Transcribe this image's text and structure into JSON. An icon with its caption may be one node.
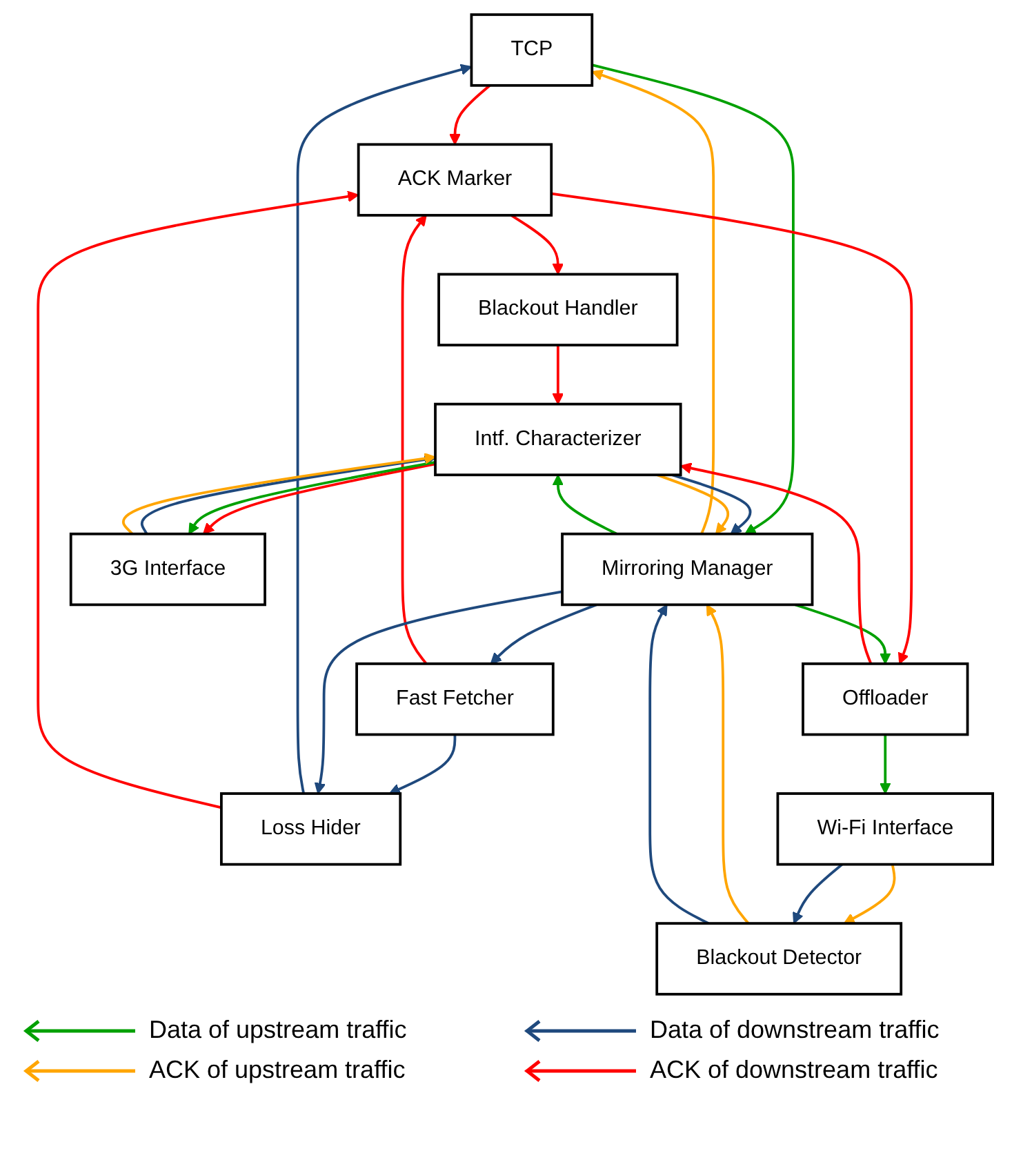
{
  "diagram": {
    "nodes": [
      {
        "text": [
          "TCP"
        ]
      },
      {
        "text": [
          "Loss Hider"
        ]
      },
      {
        "text": [
          "ACK Marker"
        ]
      },
      {
        "text": [
          "Blackout Handler"
        ]
      },
      {
        "text": [
          "Fast Fetcher"
        ]
      },
      {
        "text": [
          "Mirroring Manager"
        ]
      },
      {
        "text": [
          "Offloader"
        ]
      },
      {
        "text": [
          "Blackout Detector"
        ]
      },
      {
        "text": [
          "Intf. Characterizer"
        ]
      },
      {
        "text": [
          "Wi-Fi Interface"
        ]
      },
      {
        "text": [
          "3G Interface"
        ]
      }
    ],
    "edges": [
      {
        "from": 1,
        "to": 0,
        "arrow": "to",
        "color": "#1f497d"
      },
      {
        "from": 1,
        "to": 2,
        "arrow": "to",
        "color": "#ff0000"
      },
      {
        "from": 0,
        "to": 2,
        "arrow": "to",
        "color": "#ff0000"
      },
      {
        "from": 5,
        "to": 0,
        "arrow": "to",
        "color": "#ffa500"
      },
      {
        "from": 0,
        "to": 5,
        "arrow": "to",
        "color": "#00a000"
      },
      {
        "from": 4,
        "to": 1,
        "arrow": "to",
        "color": "#1f497d"
      },
      {
        "from": 4,
        "to": 2,
        "arrow": "to",
        "color": "#ff0000"
      },
      {
        "from": 2,
        "to": 3,
        "arrow": "to",
        "color": "#ff0000"
      },
      {
        "from": 5,
        "to": 4,
        "arrow": "to",
        "color": "#1f497d"
      },
      {
        "from": 5,
        "to": 1,
        "arrow": "to",
        "color": "#1f497d"
      },
      {
        "from": 2,
        "to": 6,
        "arrow": "to",
        "color": "#ff0000"
      },
      {
        "from": 7,
        "to": 5,
        "arrow": "to",
        "color": "#ffa500"
      },
      {
        "from": 7,
        "to": 5,
        "arrow": "to",
        "color": "#1f497d"
      },
      {
        "from": 5,
        "to": 6,
        "arrow": "to",
        "color": "#00a000"
      },
      {
        "from": 6,
        "to": 9,
        "arrow": "to",
        "color": "#00a000"
      },
      {
        "from": 6,
        "to": 8,
        "arrow": "to",
        "color": "#ff0000"
      },
      {
        "from": 8,
        "to": 5,
        "arrow": "to",
        "color": "#1f497d"
      },
      {
        "from": 5,
        "to": 8,
        "arrow": "to",
        "color": "#00a000"
      },
      {
        "from": 8,
        "to": 5,
        "arrow": "to",
        "color": "#ffa500"
      },
      {
        "from": 3,
        "to": 8,
        "arrow": "to",
        "color": "#ff0000"
      },
      {
        "from": 9,
        "to": 7,
        "arrow": "to",
        "color": "#ffa500"
      },
      {
        "from": 9,
        "to": 7,
        "arrow": "to",
        "color": "#1f497d"
      },
      {
        "from": 8,
        "to": 10,
        "arrow": "to",
        "color": "#ff0000"
      },
      {
        "from": 10,
        "to": 8,
        "arrow": "to",
        "color": "#1f497d"
      },
      {
        "from": 8,
        "to": 10,
        "arrow": "to",
        "color": "#00a000"
      },
      {
        "from": 10,
        "to": 8,
        "arrow": "to",
        "color": "#ffa500"
      }
    ],
    "legend": [
      {
        "text": "Data of upstream traffic"
      },
      {
        "text": "Data of downstream traffic"
      },
      {
        "text": "ACK of upstream traffic"
      },
      {
        "text": "ACK of downstream traffic"
      }
    ]
  }
}
